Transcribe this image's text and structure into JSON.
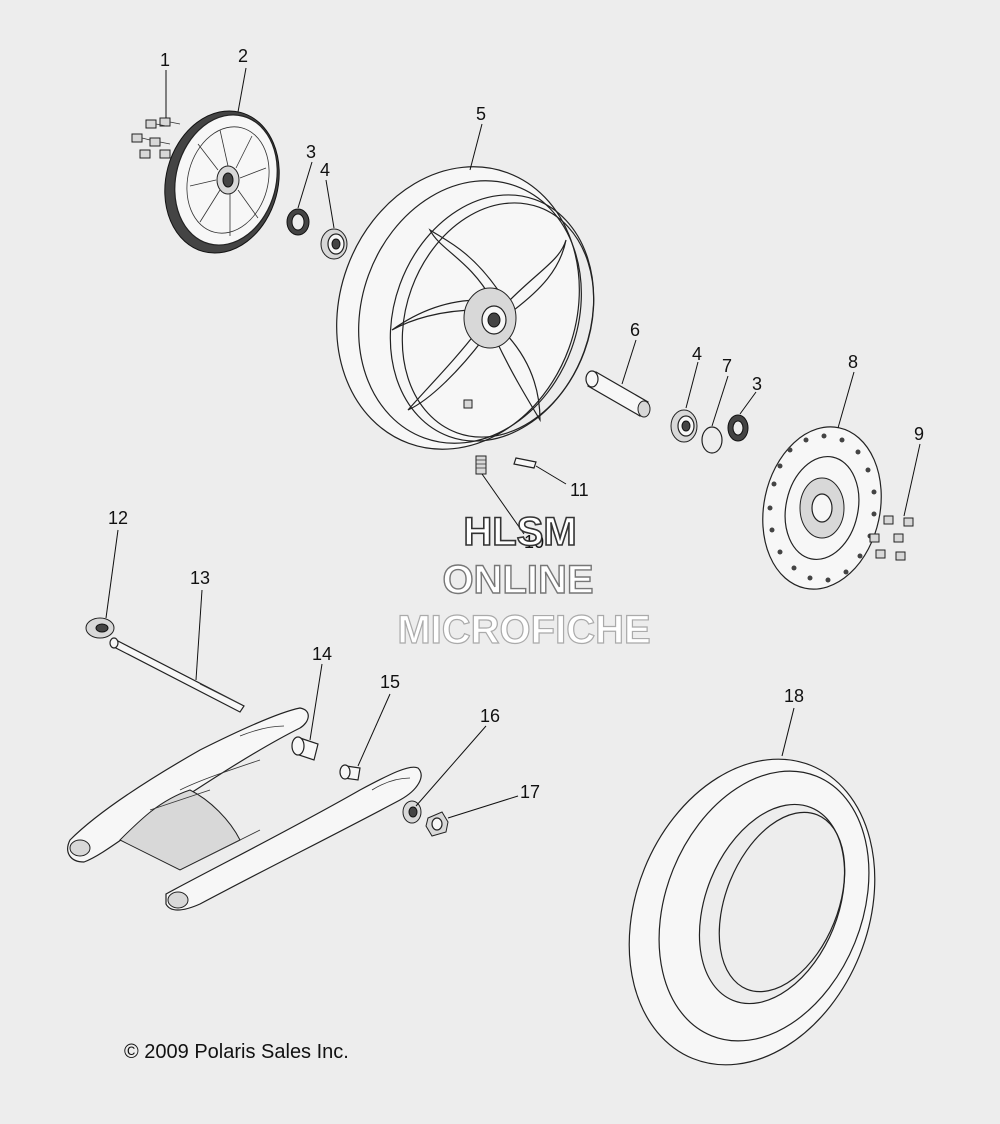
{
  "callouts": [
    "1",
    "2",
    "3",
    "4",
    "5",
    "6",
    "4",
    "7",
    "3",
    "8",
    "9",
    "10",
    "11",
    "12",
    "13",
    "14",
    "15",
    "16",
    "17",
    "18"
  ],
  "watermark": {
    "line1": "HLSM",
    "line2": "ONLINE",
    "line3": "MICROFICHE"
  },
  "copyright": "© 2009 Polaris Sales Inc.",
  "colors": {
    "background": "#ededed",
    "line": "#222222",
    "watermark_stroke_1": "#333333",
    "watermark_stroke_2": "#777777",
    "watermark_stroke_3": "#aaaaaa"
  }
}
